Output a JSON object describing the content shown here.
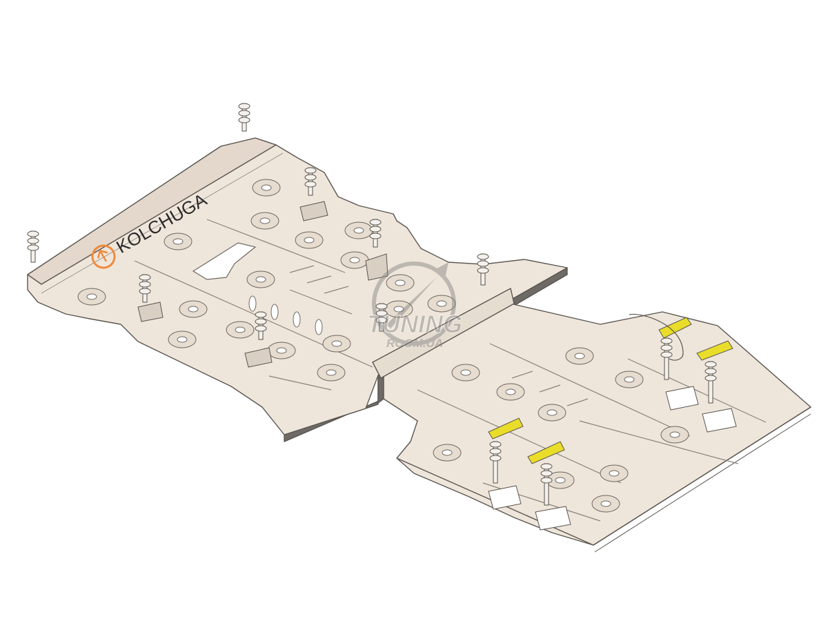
{
  "brand": {
    "name": "KOLCHUGA",
    "logo_color": "#f08a3c",
    "text_color": "#2a2a2a"
  },
  "watermark": {
    "main": "TUNING",
    "sub": "ROOM.UA",
    "color": "#7f7f7f"
  },
  "colors": {
    "plate_fill": "#efe6db",
    "plate_side": "#6e6a66",
    "plate_stroke": "#5a5550",
    "clip_yellow": "#e9dd2a",
    "hardware": "#f4f1ec"
  },
  "parts": {
    "front_plate": "front-skid-plate",
    "rear_plate": "rear-skid-plate",
    "fasteners": "bolt-washer-sets",
    "clips": "yellow-mounting-clips"
  }
}
